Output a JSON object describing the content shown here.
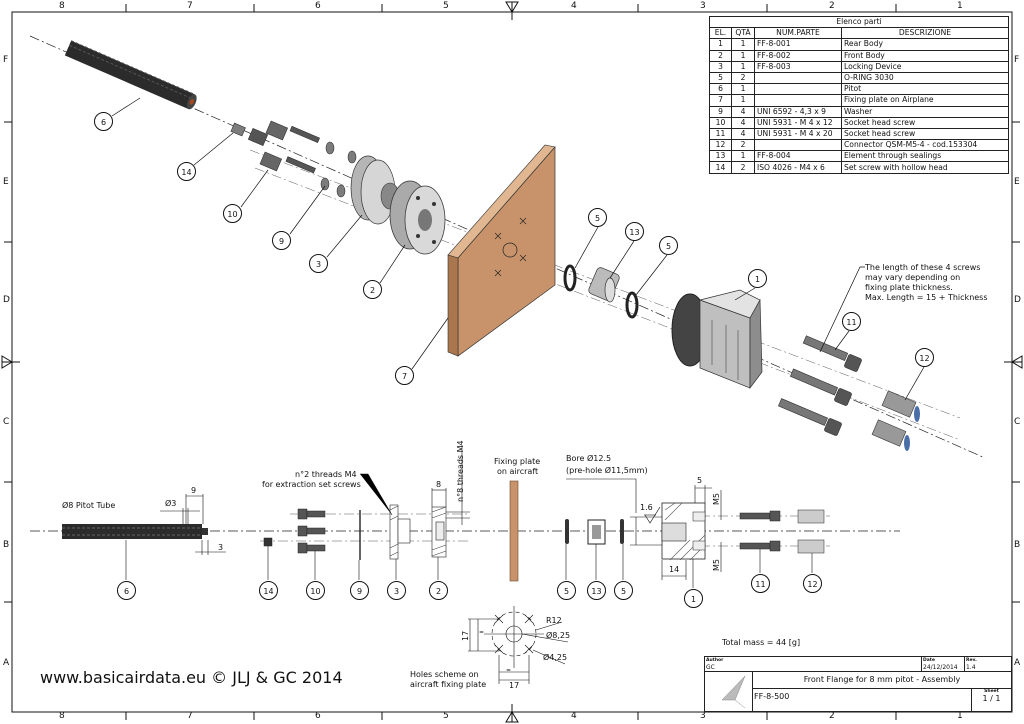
{
  "zones": {
    "columns": [
      "8",
      "7",
      "6",
      "5",
      "4",
      "3",
      "2",
      "1"
    ],
    "rows": [
      "F",
      "E",
      "D",
      "C",
      "B",
      "A"
    ]
  },
  "parts_list": {
    "title": "Elenco parti",
    "headers": [
      "EL.",
      "QTÀ",
      "NUM.PARTE",
      "DESCRIZIONE"
    ],
    "rows": [
      [
        "1",
        "1",
        "FF-8-001",
        "Rear Body"
      ],
      [
        "2",
        "1",
        "FF-8-002",
        "Front Body"
      ],
      [
        "3",
        "1",
        "FF-8-003",
        "Locking Device"
      ],
      [
        "5",
        "2",
        "",
        "O-RING 3030"
      ],
      [
        "6",
        "1",
        "",
        "Pitot"
      ],
      [
        "7",
        "1",
        "",
        "Fixing plate on Airplane"
      ],
      [
        "9",
        "4",
        "UNI 6592 - 4,3 x 9",
        "Washer"
      ],
      [
        "10",
        "4",
        "UNI 5931 - M 4 x  12",
        "Socket head screw"
      ],
      [
        "11",
        "4",
        "UNI 5931 - M 4 x  20",
        "Socket head screw"
      ],
      [
        "12",
        "2",
        "",
        "Connector QSM-M5-4 - cod.153304"
      ],
      [
        "13",
        "1",
        "FF-8-004",
        "Element through sealings"
      ],
      [
        "14",
        "2",
        "ISO 4026 - M4 x 6",
        "Set screw with hollow head"
      ]
    ]
  },
  "exploded_balloons": [
    "6",
    "14",
    "10",
    "9",
    "3",
    "2",
    "7",
    "5",
    "13",
    "5",
    "1",
    "11",
    "12"
  ],
  "section_balloons": [
    "6",
    "14",
    "10",
    "9",
    "3",
    "2",
    "5",
    "13",
    "5",
    "1",
    "11",
    "12"
  ],
  "notes": {
    "screw_length": [
      "The length of these 4 screws",
      "may vary depending on",
      "fixing plate thickness.",
      "Max. Length = 15 + Thickness"
    ],
    "pitot_tube": "Ø8 Pitot Tube",
    "dim_d3": "Ø3",
    "dim_9": "9",
    "dim_3": "3",
    "threads_m4": [
      "n°2 threads M4",
      "for extraction set screws"
    ],
    "dim_8": "8",
    "threads_8_m4": "n°8 threads M4",
    "fixing_plate": [
      "Fixing plate",
      "on aircraft"
    ],
    "bore": [
      "Bore Ø12.5",
      "(pre-hole Ø11,5mm)"
    ],
    "roughness": "1.6",
    "dim_5": "5",
    "m5_top": "M5",
    "m5_bottom": "M5",
    "dim_14": "14",
    "holes_scheme": [
      "Holes scheme on",
      "aircraft fixing plate"
    ],
    "hole_dim_17v": "17",
    "hole_dim_17h": "17",
    "hole_r12": "R12",
    "hole_d825": "Ø8,25",
    "hole_d425": "Ø4,25",
    "equal_mark": "=",
    "total_mass": "Total mass = 44 [g]",
    "website": "www.basicairdata.eu © JLJ & GC 2014"
  },
  "title_block": {
    "author_label": "Author",
    "author": "GC",
    "date_label": "Date",
    "date": "24/12/2014",
    "rev_label": "Rev.",
    "rev": "1.4",
    "title": "Front Flange for 8 mm pitot - Assembly",
    "part_number": "FF-8-500",
    "sheet_label": "Sheet",
    "sheet": "1 / 1"
  },
  "colors": {
    "wood": "#c8936a",
    "carbon": "#2b2b2b",
    "metal": "#9a9a9a",
    "line": "#111111"
  }
}
